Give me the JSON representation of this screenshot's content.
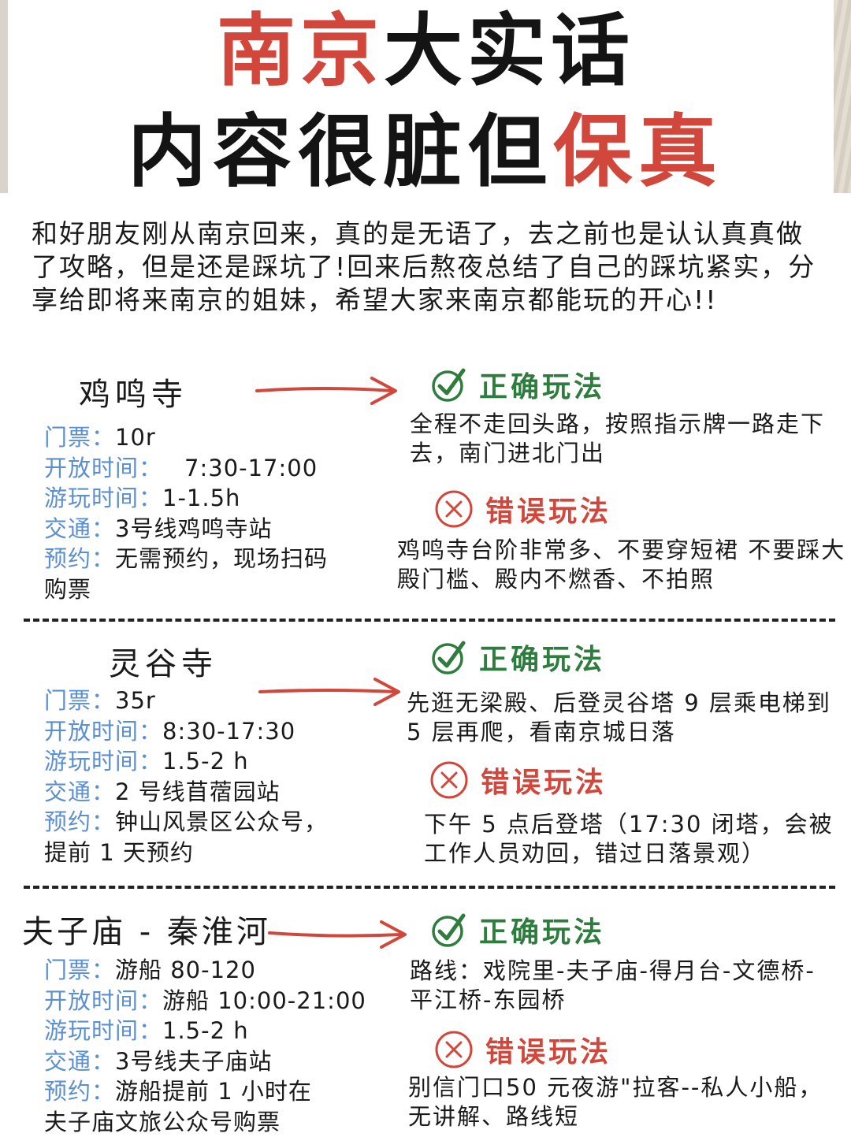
{
  "title": {
    "line1_red": "南京",
    "line1_black": "大实话",
    "line2_black": "内容很脏但",
    "line2_red": "保真"
  },
  "intro": "和好朋友刚从南京回来，真的是无语了，去之前也是认认真真做了攻略，但是还是踩坑了!回来后熬夜总结了自己的踩坑紧实，分享给即将来南京的姐妹，希望大家来南京都能玩的开心!!",
  "colors": {
    "accent_red": "#d2473b",
    "good_green": "#2f7d3e",
    "label_blue": "#5b8fd0"
  },
  "spots": [
    {
      "name": "鸡鸣寺",
      "info": [
        {
          "key": "门票：",
          "value": "10r"
        },
        {
          "key": "开放时间：",
          "value": "7:30-17:00"
        },
        {
          "key": "游玩时间：",
          "value": "1-1.5h"
        },
        {
          "key": "交通：",
          "value": "3号线鸡鸣寺站"
        },
        {
          "key": "预约：",
          "value": "无需预约，现场扫码"
        }
      ],
      "info_cont": "购票",
      "good_label": "正确玩法",
      "good_text": "全程不走回头路，按照指示牌一路走下去，南门进北门出",
      "bad_label": "错误玩法",
      "bad_text": "鸡鸣寺台阶非常多、不要穿短裙 不要踩大殿门槛、殿内不燃香、不拍照"
    },
    {
      "name": "灵谷寺",
      "info": [
        {
          "key": "门票：",
          "value": "35r"
        },
        {
          "key": "开放时间：",
          "value": "8:30-17:30"
        },
        {
          "key": "游玩时间：",
          "value": "1.5-2 h"
        },
        {
          "key": "交通：",
          "value": "2 号线苜蓿园站"
        },
        {
          "key": "预约：",
          "value": "钟山风景区公众号，"
        }
      ],
      "info_cont": "提前 1 天预约",
      "good_label": "正确玩法",
      "good_text": "先逛无梁殿、后登灵谷塔 9 层乘电梯到 5 层再爬，看南京城日落",
      "bad_label": "错误玩法",
      "bad_text": "下午 5 点后登塔（17:30 闭塔，会被工作人员劝回，错过日落景观）"
    },
    {
      "name": "夫子庙 - 秦淮河",
      "info": [
        {
          "key": "门票：",
          "value": "游船 80-120"
        },
        {
          "key": "开放时间：",
          "value": "游船 10:00-21:00"
        },
        {
          "key": "游玩时间：",
          "value": "1.5-2 h"
        },
        {
          "key": "交通：",
          "value": "3号线夫子庙站"
        },
        {
          "key": "预约：",
          "value": "游船提前 1 小时在"
        }
      ],
      "info_cont": "夫子庙文旅公众号购票",
      "good_label": "正确玩法",
      "good_text": "路线：戏院里-夫子庙-得月台-文德桥-平江桥-东园桥",
      "bad_label": "错误玩法",
      "bad_text": "别信门口50 元夜游\"拉客--私人小船，无讲解、路线短"
    }
  ]
}
